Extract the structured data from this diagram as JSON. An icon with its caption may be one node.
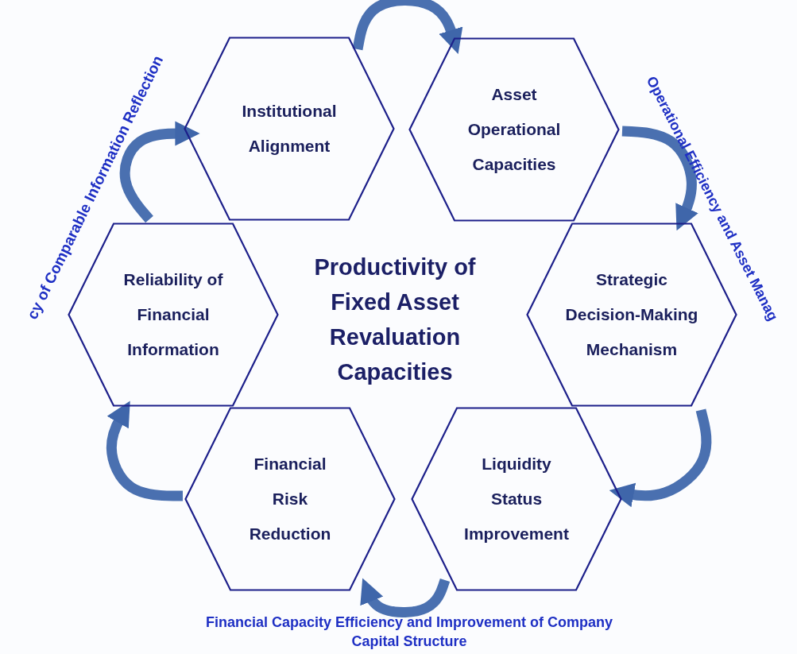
{
  "diagram": {
    "nodes": [
      {
        "text": [
          "Institutional Alignment"
        ]
      },
      {
        "text": [
          "Asset Operational Capacities"
        ]
      },
      {
        "text": [
          "Reliability of Financial Information"
        ]
      },
      {
        "text": [
          "Strategic Decision-Making Mechanism"
        ]
      },
      {
        "text": [
          "Financial Risk Reduction"
        ]
      },
      {
        "text": [
          "Liquidity Status Improvement"
        ]
      }
    ],
    "edges": [
      {
        "from": 0,
        "to": 1,
        "arrow": "to"
      },
      {
        "from": 1,
        "to": 3,
        "arrow": "to"
      },
      {
        "from": 3,
        "to": 5,
        "arrow": "to"
      },
      {
        "from": 5,
        "to": 4,
        "arrow": "to"
      },
      {
        "from": 4,
        "to": 2,
        "arrow": "to"
      },
      {
        "from": 2,
        "to": 0,
        "arrow": "to"
      }
    ],
    "labels": [
      "cy of Comparable Information Reflection",
      "Operational Efficiency and Asset Manag",
      "Productivity of Fixed Asset Revaluation Capacities",
      "Financial Capacity Efficiency and Improvement of Company Capital Structure"
    ]
  }
}
